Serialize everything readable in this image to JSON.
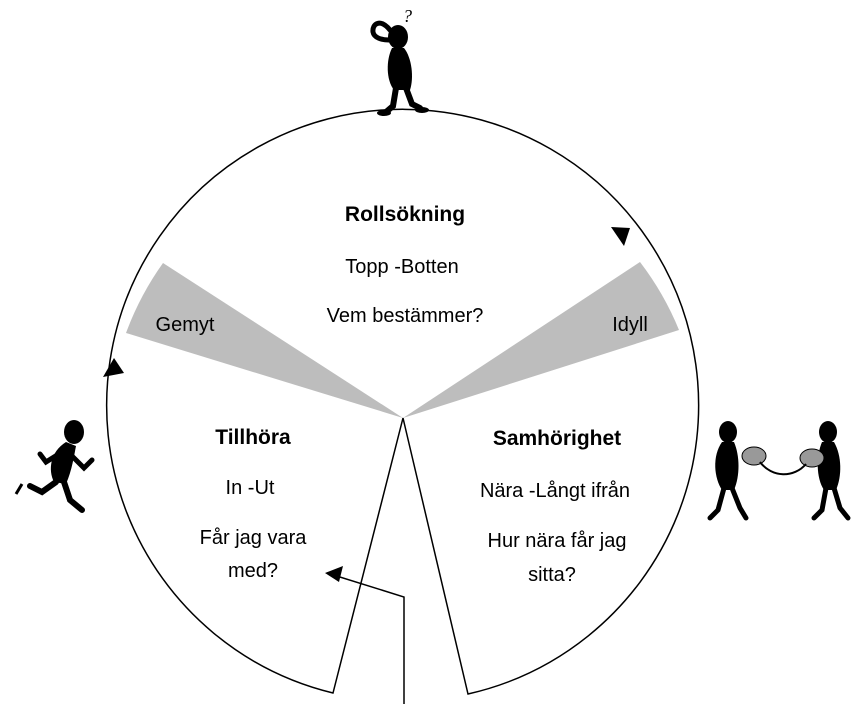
{
  "sectors": {
    "top": {
      "title": "Rollsökning",
      "line1": "Topp -Botten",
      "line2": "Vem bestämmer?"
    },
    "left": {
      "title": "Tillhöra",
      "line1": "In -Ut",
      "line2a": "Får jag vara",
      "line2b": "med?"
    },
    "right": {
      "title": "Samhörighet",
      "line1": "Nära -Långt ifrån",
      "line2a": "Hur nära får jag",
      "line2b": "sitta?"
    }
  },
  "transitions": {
    "left": "Gemyt",
    "right": "Idyll"
  },
  "colors": {
    "transition_fill": "#bdbdbd",
    "stroke": "#000000",
    "figure": "#000000"
  },
  "figures": {
    "top": "thinking-person-icon",
    "left": "running-person-icon",
    "right": "two-people-toasting-icon"
  }
}
